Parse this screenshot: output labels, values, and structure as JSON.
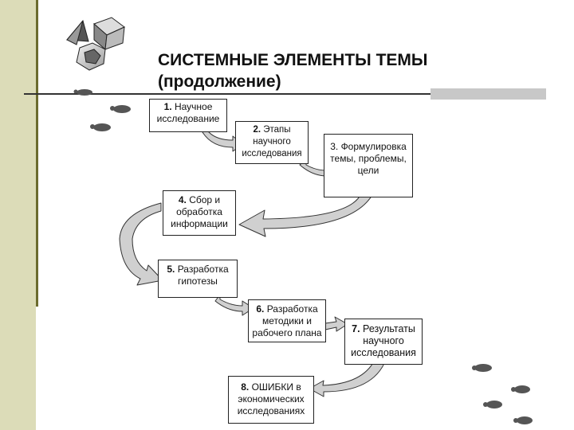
{
  "title": {
    "line1": "СИСТЕМНЫЕ ЭЛЕМЕНТЫ ТЕМЫ",
    "line2": "(продолжение)"
  },
  "steps": [
    {
      "num": "1.",
      "text": "Научное исследование"
    },
    {
      "num": "2.",
      "text": "Этапы научного исследования"
    },
    {
      "num": "3.",
      "text": "Формулировка темы, проблемы, цели"
    },
    {
      "num": "4.",
      "text": "Сбор и обработка информации"
    },
    {
      "num": "5.",
      "text": "Разработка гипотезы"
    },
    {
      "num": "6.",
      "text": "Разработка методики и рабочего плана"
    },
    {
      "num": "7.",
      "text": "Результаты научного исследования"
    },
    {
      "num": "8.",
      "text": "ОШИБКИ в экономических исследованиях"
    }
  ],
  "colors": {
    "sidebar": "#dcdcb8",
    "arrow_fill": "#d0d0d0",
    "box_border": "#222222"
  },
  "icons": [
    "geometric-shapes-icon",
    "footprints-icon"
  ]
}
